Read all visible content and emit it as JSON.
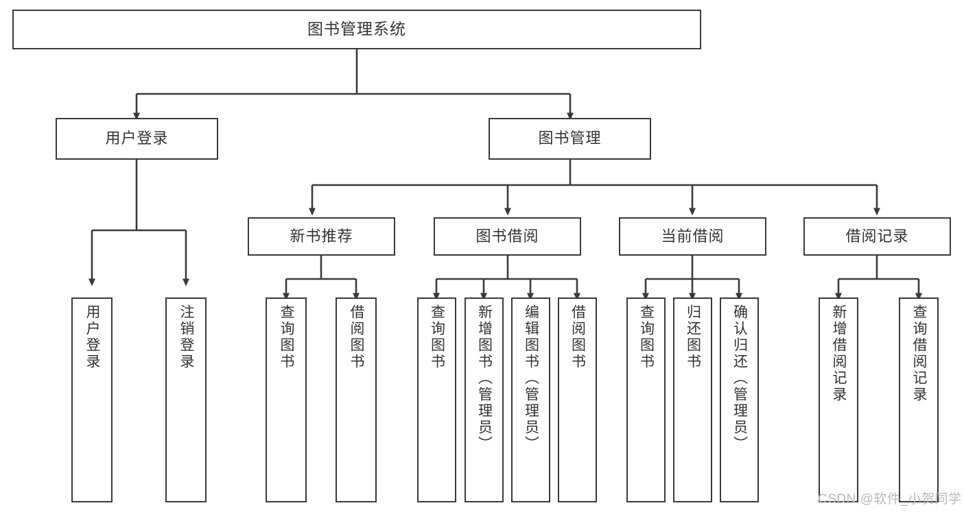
{
  "diagram": {
    "title": "图书管理系统",
    "type": "tree",
    "watermark": "CSDN @软件_小贺同学",
    "colors": {
      "stroke": "#3a3a3a",
      "fill": "#ffffff",
      "text": "#333333",
      "watermark": "#b9b9b9"
    },
    "nodes": {
      "root": {
        "label": "图书管理系统",
        "orientation": "horizontal"
      },
      "level1": [
        {
          "id": "user-login",
          "label": "用户登录",
          "orientation": "horizontal"
        },
        {
          "id": "book-manage",
          "label": "图书管理",
          "orientation": "horizontal"
        }
      ],
      "level2": [
        {
          "id": "new-book-rec",
          "label": "新书推荐",
          "orientation": "horizontal",
          "parent": "book-manage"
        },
        {
          "id": "book-borrow",
          "label": "图书借阅",
          "orientation": "horizontal",
          "parent": "book-manage"
        },
        {
          "id": "current-borrow",
          "label": "当前借阅",
          "orientation": "horizontal",
          "parent": "book-manage"
        },
        {
          "id": "borrow-record",
          "label": "借阅记录",
          "orientation": "horizontal",
          "parent": "book-manage"
        }
      ],
      "leaves": [
        {
          "id": "leaf-user-login",
          "label": "用户登录",
          "orientation": "vertical",
          "parent": "user-login"
        },
        {
          "id": "leaf-user-logout",
          "label": "注销登录",
          "orientation": "vertical",
          "parent": "user-login"
        },
        {
          "id": "leaf-query-book-1",
          "label": "查询图书",
          "orientation": "vertical",
          "parent": "new-book-rec"
        },
        {
          "id": "leaf-borrow-book-1",
          "label": "借阅图书",
          "orientation": "vertical",
          "parent": "new-book-rec"
        },
        {
          "id": "leaf-query-book-2",
          "label": "查询图书",
          "orientation": "vertical",
          "parent": "book-borrow"
        },
        {
          "id": "leaf-add-book",
          "label": "新增图书（管理员）",
          "orientation": "vertical",
          "parent": "book-borrow"
        },
        {
          "id": "leaf-edit-book",
          "label": "编辑图书（管理员）",
          "orientation": "vertical",
          "parent": "book-borrow"
        },
        {
          "id": "leaf-borrow-book-2",
          "label": "借阅图书",
          "orientation": "vertical",
          "parent": "book-borrow"
        },
        {
          "id": "leaf-query-book-3",
          "label": "查询图书",
          "orientation": "vertical",
          "parent": "current-borrow"
        },
        {
          "id": "leaf-return-book",
          "label": "归还图书",
          "orientation": "vertical",
          "parent": "current-borrow"
        },
        {
          "id": "leaf-confirm-return",
          "label": "确认归还（管理员）",
          "orientation": "vertical",
          "parent": "current-borrow"
        },
        {
          "id": "leaf-add-record",
          "label": "新增借阅记录",
          "orientation": "vertical",
          "parent": "borrow-record"
        },
        {
          "id": "leaf-query-record",
          "label": "查询借阅记录",
          "orientation": "vertical",
          "parent": "borrow-record"
        }
      ]
    }
  }
}
